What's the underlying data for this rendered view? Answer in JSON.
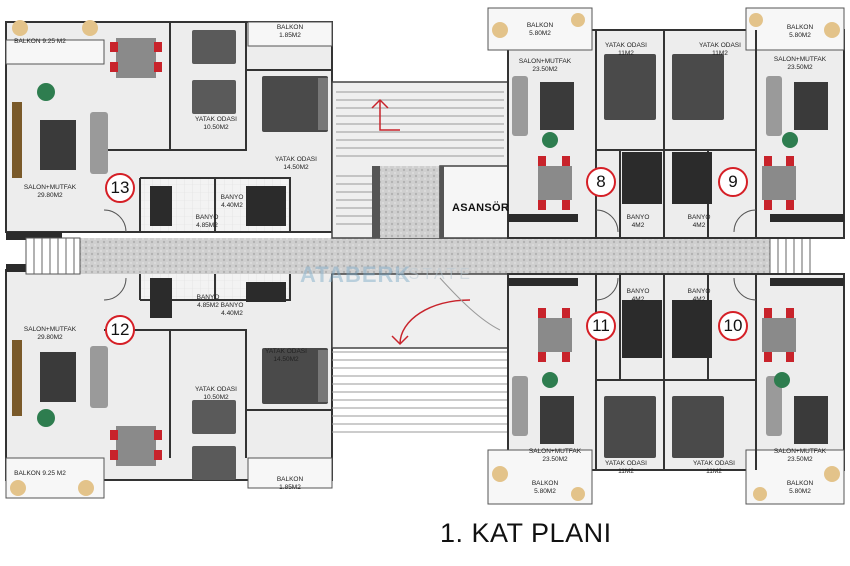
{
  "title": "1. KAT PLANI",
  "watermark": "ATABERK",
  "watermark_suffix": "ESTATE",
  "elevator": "ASANSÖR",
  "colors": {
    "wall": "#3a3a3a",
    "floor": "#ececec",
    "corridor": "#c9c9c9",
    "unit_circle": "#d51f26",
    "chair": "#c8232b",
    "sofa": "#9a9a9a",
    "bed": "#4a4a4a"
  },
  "units": [
    {
      "number": "13"
    },
    {
      "number": "12"
    },
    {
      "number": "8"
    },
    {
      "number": "9"
    },
    {
      "number": "11"
    },
    {
      "number": "10"
    }
  ],
  "rooms": [
    {
      "a": "BALKON 9.25 M2"
    },
    {
      "a": "BALKON",
      "b": "1.85M2"
    },
    {
      "a": "YATAK ODASI",
      "b": "10.50M2"
    },
    {
      "a": "YATAK ODASI",
      "b": "14.50M2"
    },
    {
      "a": "SALON+MUTFAK",
      "b": "29.80M2"
    },
    {
      "a": "BANYO",
      "b": "4.40M2"
    },
    {
      "a": "BANYO",
      "b": "4.85M2"
    },
    {
      "a": "BANYO",
      "b": "4.85M2"
    },
    {
      "a": "BANYO",
      "b": "4.40M2"
    },
    {
      "a": "SALON+MUTFAK",
      "b": "29.80M2"
    },
    {
      "a": "YATAK ODASI",
      "b": "14.50M2"
    },
    {
      "a": "YATAK ODASI",
      "b": "10.50M2"
    },
    {
      "a": "BALKON 9.25 M2"
    },
    {
      "a": "BALKON",
      "b": "1.85M2"
    },
    {
      "a": "BALKON",
      "b": "5.80M2"
    },
    {
      "a": "YATAK ODASI",
      "b": "11M2"
    },
    {
      "a": "YATAK ODASI",
      "b": "11M2"
    },
    {
      "a": "BALKON",
      "b": "5.80M2"
    },
    {
      "a": "SALON+MUTFAK",
      "b": "23.50M2"
    },
    {
      "a": "SALON+MUTFAK",
      "b": "23.50M2"
    },
    {
      "a": "BANYO",
      "b": "4M2"
    },
    {
      "a": "BANYO",
      "b": "4M2"
    },
    {
      "a": "BANYO",
      "b": "4M2"
    },
    {
      "a": "BANYO",
      "b": "4M2"
    },
    {
      "a": "SALON+MUTFAK",
      "b": "23.50M2"
    },
    {
      "a": "SALON+MUTFAK",
      "b": "23.50M2"
    },
    {
      "a": "YATAK ODASI",
      "b": "11M2"
    },
    {
      "a": "YATAK ODASI",
      "b": "11M2"
    },
    {
      "a": "BALKON",
      "b": "5.80M2"
    },
    {
      "a": "BALKON",
      "b": "5.80M2"
    }
  ]
}
